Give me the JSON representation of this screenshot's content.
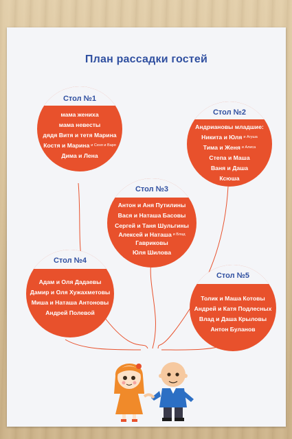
{
  "poster": {
    "title": "План рассадки гостей"
  },
  "tables": [
    {
      "name": "Стол №1",
      "lines": [
        {
          "text": "мама жениха",
          "note": ""
        },
        {
          "text": "мама невесты",
          "note": ""
        },
        {
          "text": "дядя Витя и тетя Марина",
          "note": ""
        },
        {
          "text": "Костя и Марина",
          "note": "и Сеня и Варя"
        },
        {
          "text": "Дима и Лена",
          "note": ""
        }
      ]
    },
    {
      "name": "Стол №2",
      "lines": [
        {
          "text": "Андриановы младшие:",
          "note": ""
        },
        {
          "text": "Никита и Юля",
          "note": "и Агуша"
        },
        {
          "text": "Тима и Женя",
          "note": "и Алиса"
        },
        {
          "text": "Степа и Маша",
          "note": ""
        },
        {
          "text": "Ваня и Даша",
          "note": ""
        },
        {
          "text": "Ксюша",
          "note": ""
        }
      ]
    },
    {
      "name": "Стол №3",
      "lines": [
        {
          "text": "Антон и Аня Путилины",
          "note": ""
        },
        {
          "text": "Вася и Наташа Басовы",
          "note": ""
        },
        {
          "text": "Сергей и Таня Шульгины",
          "note": ""
        },
        {
          "text": "Алексей и Наташа",
          "note": "и Влад"
        },
        {
          "text": "Гавриковы",
          "note": ""
        },
        {
          "text": "Юля Шилова",
          "note": ""
        }
      ]
    },
    {
      "name": "Стол №4",
      "lines": [
        {
          "text": "Адам и Оля Дадаевы",
          "note": ""
        },
        {
          "text": "Дамир и Оля Хужахметовы",
          "note": ""
        },
        {
          "text": "Миша и Наташа Антоновы",
          "note": ""
        },
        {
          "text": "Андрей Полевой",
          "note": ""
        }
      ]
    },
    {
      "name": "Стол №5",
      "lines": [
        {
          "text": "Толик и Маша Котовы",
          "note": ""
        },
        {
          "text": "Андрей и Катя Подлесных",
          "note": ""
        },
        {
          "text": "Влад и Даша Крыловы",
          "note": ""
        },
        {
          "text": "Антон Буланов",
          "note": ""
        }
      ]
    }
  ],
  "colors": {
    "balloon": "#e8512c",
    "title": "#2f4fa0",
    "poster": "#f4f5f8"
  }
}
